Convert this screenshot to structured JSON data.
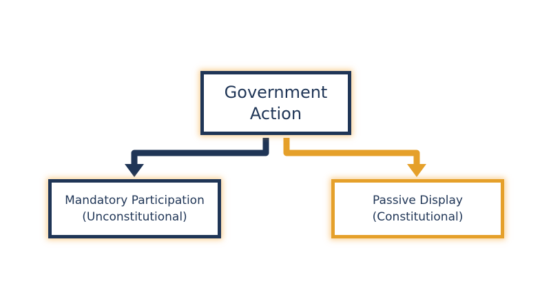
{
  "diagram": {
    "root": {
      "label": "Government\nAction"
    },
    "left": {
      "label": "Mandatory Participation\n(Unconstitutional)"
    },
    "right": {
      "label": "Passive Display\n(Constitutional)"
    }
  },
  "colors": {
    "navy": "#1f3556",
    "gold": "#e5a02a",
    "glow": "#f5aa3c",
    "background": "#ffffff"
  }
}
